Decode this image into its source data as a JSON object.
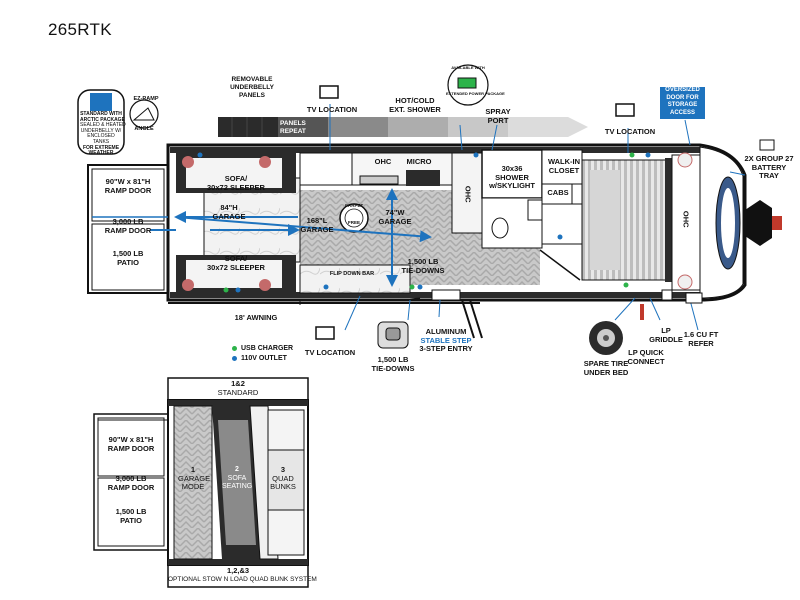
{
  "title": "265RTK",
  "colors": {
    "usb": "#2db34a",
    "outlet": "#1e73be",
    "blue_label_bg": "#1e73be",
    "floor": "#b8b8b8",
    "dark_panel": "#2b2b2b",
    "outline": "#111111"
  },
  "callouts": {
    "arctic": [
      "STANDARD WITH",
      "ARCTIC PACKAGE",
      "SEALED & HEATED",
      "UNDERBELLY W/",
      "ENCLOSED",
      "TANKS",
      "FOR EXTREME",
      "WEATHER"
    ],
    "ez_ramp": [
      "EZ-RAMP",
      "ANGLE"
    ],
    "underbelly": [
      "REMOVABLE",
      "UNDERBELLY",
      "PANELS"
    ],
    "panels_repeat": [
      "PANELS",
      "REPEAT"
    ],
    "tv_top": "TV LOCATION",
    "ext_shower": [
      "HOT/COLD",
      "EXT. SHOWER"
    ],
    "badge": [
      "AVAILABLE WITH",
      "EXTENDED POWER PACKAGE"
    ],
    "spray_port": [
      "SPRAY",
      "PORT"
    ],
    "tv_right": "TV LOCATION",
    "storage_door": [
      "OVERSIZED",
      "DOOR FOR",
      "STORAGE",
      "ACCESS"
    ],
    "battery": [
      "2X GROUP 27",
      "BATTERY",
      "TRAY"
    ],
    "ramp_size": [
      "90\"W x 81\"H",
      "RAMP DOOR"
    ],
    "ramp_weight": [
      "3,000 LB",
      "RAMP DOOR"
    ],
    "patio": [
      "1,500 LB",
      "PATIO"
    ],
    "sofa_top": [
      "SOFA/",
      "30x72 SLEEPER"
    ],
    "sofa_bottom": [
      "SOFA/",
      "30x72 SLEEPER"
    ],
    "garage_84": [
      "84\"H",
      "GARAGE"
    ],
    "garage_168": [
      "168\"L",
      "GARAGE"
    ],
    "garage_74": [
      "74\"W",
      "GARAGE"
    ],
    "ohc1": "OHC",
    "micro": "MICRO",
    "ohc2": "OHC",
    "shower": [
      "30x36",
      "SHOWER",
      "w/SKYLIGHT"
    ],
    "closet": [
      "WALK-IN",
      "CLOSET"
    ],
    "cabs": "CABS",
    "ohc3": "OHC",
    "flip_bar": "FLIP DOWN BAR",
    "tie_downs_in": [
      "1,500 LB",
      "TIE-DOWNS"
    ],
    "logo": [
      "CARPET",
      "FREE"
    ],
    "awning": "18' AWNING",
    "usb_label": "USB CHARGER",
    "outlet_label": "110V OUTLET",
    "tv_bottom": "TV LOCATION",
    "tie_downs_out": [
      "1,500 LB",
      "TIE-DOWNS"
    ],
    "step": [
      "ALUMINUM",
      "STABLE STEP",
      "3-STEP ENTRY"
    ],
    "spare_tire": [
      "SPARE TIRE",
      "UNDER BED"
    ],
    "lp_griddle": [
      "LP",
      "GRIDDLE"
    ],
    "lp_connect": [
      "LP QUICK",
      "CONNECT"
    ],
    "refer": [
      "1.6 CU FT",
      "REFER"
    ]
  },
  "inset": {
    "top_caption": [
      "1&2",
      "STANDARD"
    ],
    "bottom_caption": [
      "1,2,&3",
      "OPTIONAL STOW N LOAD QUAD BUNK SYSTEM"
    ],
    "ramp_size": [
      "90\"W x 81\"H",
      "RAMP DOOR"
    ],
    "ramp_weight": [
      "3,000 LB",
      "RAMP DOOR"
    ],
    "patio": [
      "1,500 LB",
      "PATIO"
    ],
    "panels": [
      {
        "num": "1",
        "text": [
          "GARAGE",
          "MODE"
        ]
      },
      {
        "num": "2",
        "text": [
          "SOFA",
          "SEATING"
        ]
      },
      {
        "num": "3",
        "text": [
          "QUAD",
          "BUNKS"
        ]
      }
    ]
  }
}
